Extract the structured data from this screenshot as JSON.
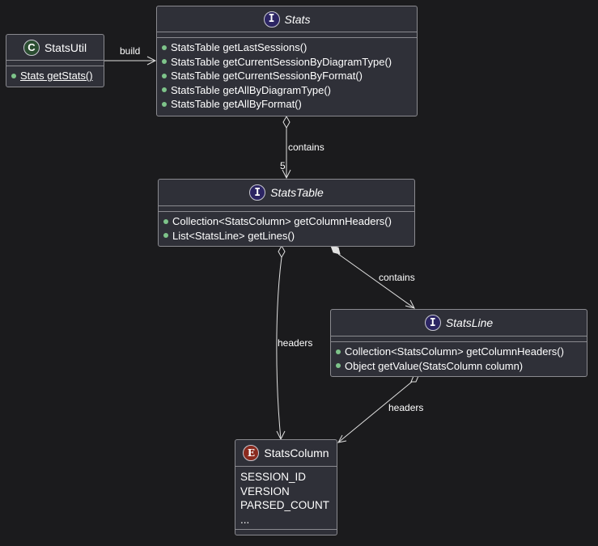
{
  "diagram": {
    "classes": {
      "statsutil": {
        "kind": "class",
        "badge": "C",
        "name": "StatsUtil",
        "methods": [
          "Stats getStats()"
        ]
      },
      "stats": {
        "kind": "interface",
        "badge": "I",
        "name": "Stats",
        "methods": [
          "StatsTable getLastSessions()",
          "StatsTable getCurrentSessionByDiagramType()",
          "StatsTable getCurrentSessionByFormat()",
          "StatsTable getAllByDiagramType()",
          "StatsTable getAllByFormat()"
        ]
      },
      "statstable": {
        "kind": "interface",
        "badge": "I",
        "name": "StatsTable",
        "methods": [
          "Collection<StatsColumn> getColumnHeaders()",
          "List<StatsLine> getLines()"
        ]
      },
      "statsline": {
        "kind": "interface",
        "badge": "I",
        "name": "StatsLine",
        "methods": [
          "Collection<StatsColumn> getColumnHeaders()",
          "Object getValue(StatsColumn column)"
        ]
      },
      "statscolumn": {
        "kind": "enum",
        "badge": "E",
        "name": "StatsColumn",
        "values": [
          "SESSION_ID",
          "VERSION",
          "PARSED_COUNT",
          "..."
        ]
      }
    },
    "relations": [
      {
        "from": "StatsUtil",
        "to": "Stats",
        "type": "dependency",
        "label": "build"
      },
      {
        "from": "Stats",
        "to": "StatsTable",
        "type": "aggregation",
        "label": "contains",
        "multiplicity": "5"
      },
      {
        "from": "StatsTable",
        "to": "StatsLine",
        "type": "composition",
        "label": "contains"
      },
      {
        "from": "StatsTable",
        "to": "StatsColumn",
        "type": "aggregation",
        "label": "headers"
      },
      {
        "from": "StatsLine",
        "to": "StatsColumn",
        "type": "aggregation",
        "label": "headers"
      }
    ]
  },
  "colors": {
    "background": "#1b1b1d",
    "box_fill": "#2f3038",
    "box_border": "#8a8a8f",
    "interface_badge": "#2c2563",
    "class_badge": "#2b4d31",
    "enum_badge": "#8a2a1e",
    "public_dot": "#7ec48a",
    "line": "#e0e0e0"
  }
}
